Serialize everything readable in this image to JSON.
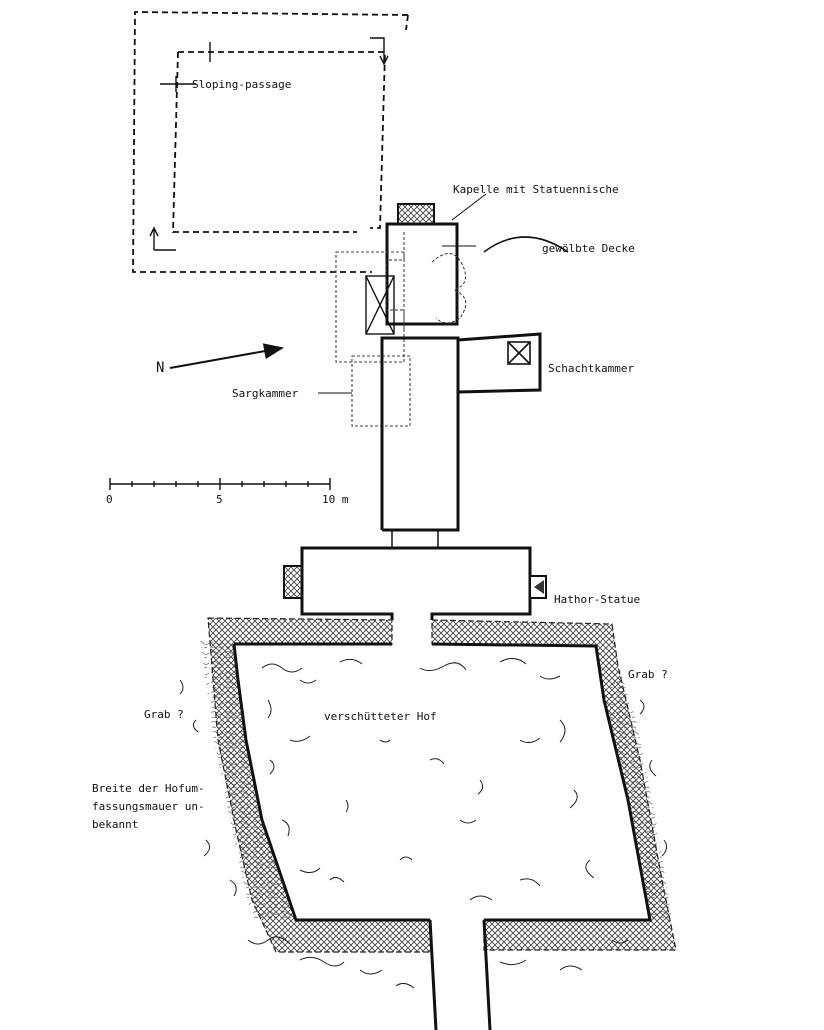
{
  "labels": {
    "sloping_passage": "Sloping-passage",
    "kapelle": "Kapelle mit Statuennische",
    "gewoelbte_decke": "gewölbte Decke",
    "schachtkammer": "Schachtkammer",
    "sargkammer": "Sargkammer",
    "north": "N",
    "hathor_statue": "Hathor-Statue",
    "grab_right": "Grab ?",
    "grab_left": "Grab ?",
    "verschuetteter_hof": "verschütteter Hof",
    "breite_line1": "Breite der Hofum-",
    "breite_line2": "fassungsmauer un-",
    "breite_line3": "bekannt"
  },
  "scale_bar": {
    "ticks": [
      "0",
      "5",
      "10 m"
    ]
  },
  "colors": {
    "ink": "#111111",
    "paper": "#ffffff",
    "hatch": "#555555"
  }
}
